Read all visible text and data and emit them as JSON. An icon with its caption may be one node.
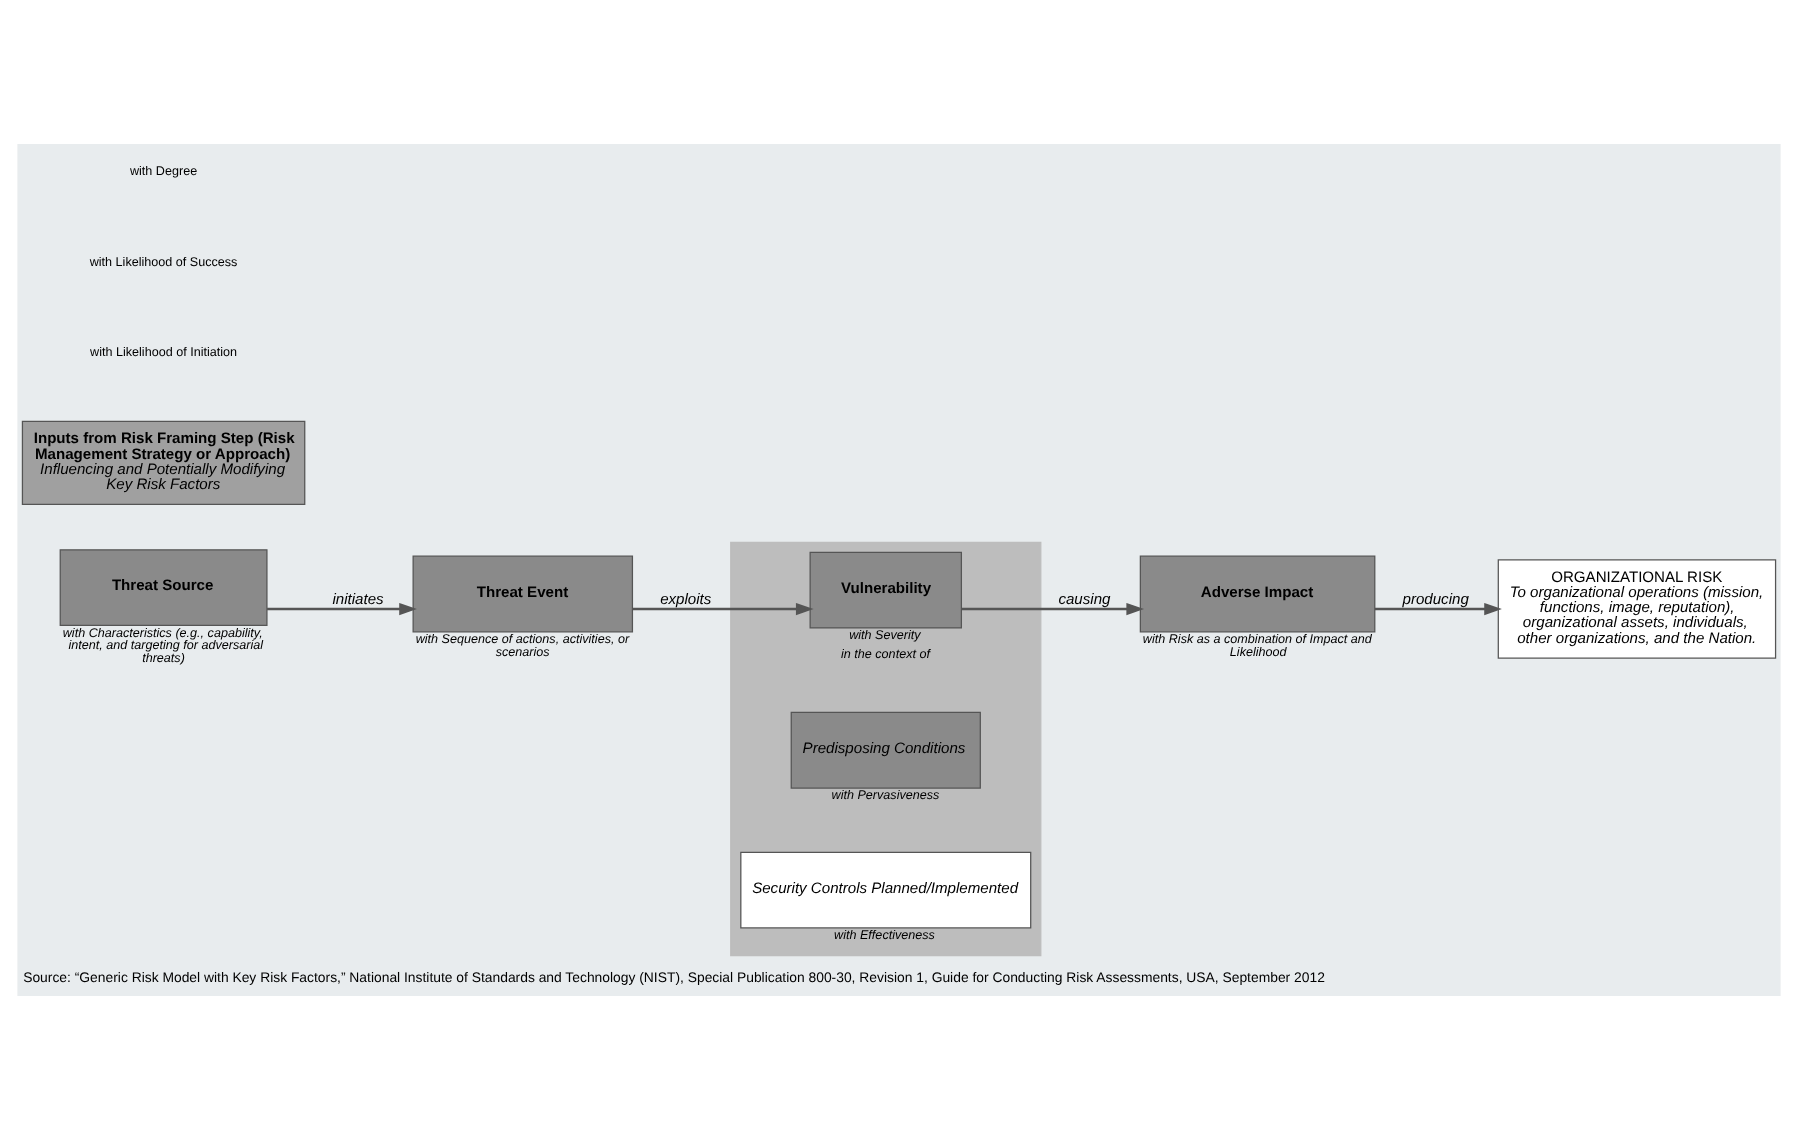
{
  "diagram": {
    "caption": "Source: “Generic Risk Model with Key Risk Factors,” National Institute of Standards and Technology (NIST), Special Publication 800-30, Revision 1, Guide for Conducting Risk Assessments, USA, September 2012",
    "nodes": [
      {
        "text": [
          "Threat Source"
        ],
        "beside": [
          "with Characteristics (e.g., capability, intent, and targeting for adversarial threats)"
        ]
      },
      {
        "text": [
          "Threat Event"
        ],
        "beside": [
          "with Sequence of actions, activities, or scenarios"
        ]
      },
      {
        "text": [],
        "shape": "box"
      },
      {
        "text": [
          "Vulnerability"
        ],
        "in": 2,
        "beside": [
          "with Severity",
          "in the context of"
        ]
      },
      {
        "text": [
          "Predisposing Conditions"
        ],
        "in": 2,
        "beside": [
          "with Pervasiveness"
        ]
      },
      {
        "text": [
          "Security Controls Planned/Implemented"
        ],
        "in": 2,
        "beside": [
          "with Effectiveness"
        ]
      },
      {
        "text": [
          "Adverse Impact"
        ],
        "beside": [
          "with Risk as a combination of Impact and Likelihood"
        ]
      },
      {
        "text": [
          "ORGANIZATIONAL RISK",
          "To organizational operations (mission, functions, image, reputation), organizational assets, individuals, other organizations, and the Nation."
        ]
      },
      {
        "text": [
          "Inputs from Risk Framing Step (Risk Management Strategy or Approach)",
          "Influencing and Potentially Modifying Key Risk Factors"
        ]
      }
    ],
    "edges": [
      {
        "from": 0,
        "to": 1,
        "arrow": "to",
        "label": "initiates"
      },
      {
        "from": 1,
        "to": 3,
        "arrow": "to",
        "label": "exploits"
      },
      {
        "from": 3,
        "to": 6,
        "arrow": "to",
        "label": "causing"
      },
      {
        "from": 6,
        "to": 7,
        "arrow": "to",
        "label": "producing"
      }
    ],
    "labels": [
      "with Likelihood of Initiation",
      "with Likelihood of Success",
      "with Degree"
    ]
  }
}
